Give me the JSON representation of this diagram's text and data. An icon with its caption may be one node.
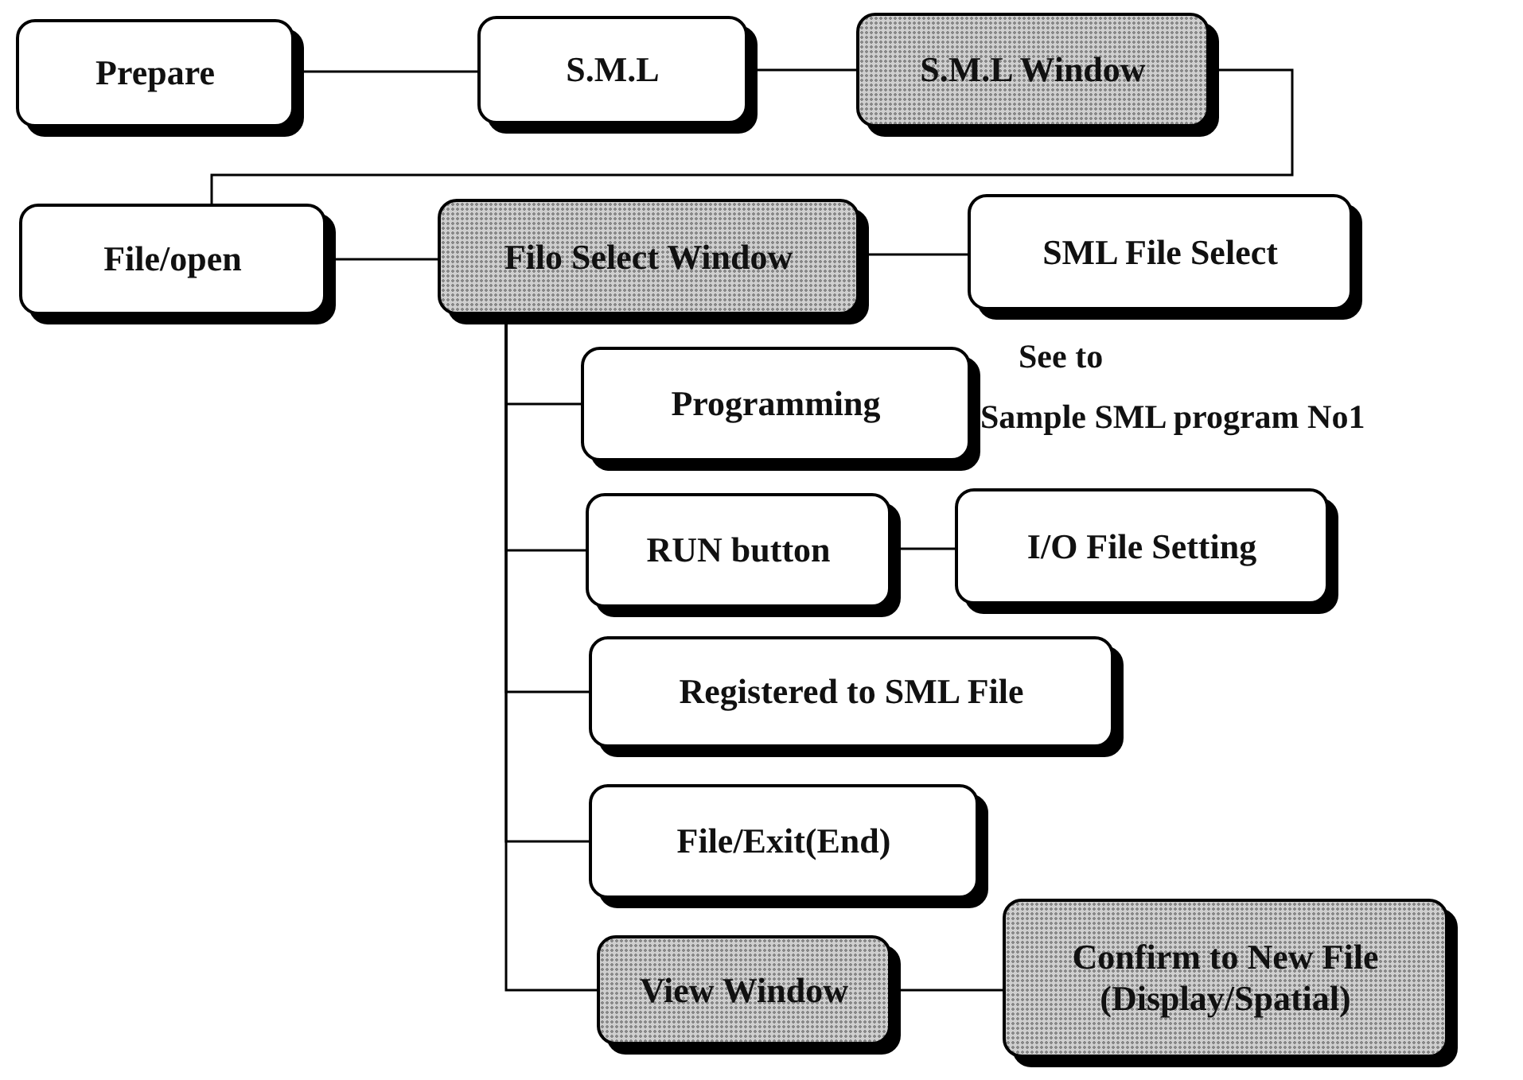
{
  "diagram": {
    "nodes": [
      {
        "text": [
          "Prepare"
        ]
      },
      {
        "text": [
          "S.M.L"
        ]
      },
      {
        "text": [
          "S.M.L Window"
        ]
      },
      {
        "text": [
          "File/open"
        ]
      },
      {
        "text": [
          "Filo Select Window"
        ]
      },
      {
        "text": [
          "SML File Select"
        ]
      },
      {
        "text": [
          "Programming"
        ],
        "beside": [
          "See to",
          "Sample SML program No1"
        ]
      },
      {
        "text": [
          "RUN button"
        ]
      },
      {
        "text": [
          "I/O File Setting"
        ]
      },
      {
        "text": [
          "Registered to SML File"
        ]
      },
      {
        "text": [
          "File/Exit(End)"
        ]
      },
      {
        "text": [
          "View Window"
        ]
      },
      {
        "text": [
          "Confirm to New File (Display/Spatial)"
        ]
      }
    ],
    "edges": [
      {
        "from": 0,
        "to": 1,
        "arrow": "none"
      },
      {
        "from": 1,
        "to": 2,
        "arrow": "none"
      },
      {
        "from": 2,
        "to": 3,
        "arrow": "none"
      },
      {
        "from": 3,
        "to": 4,
        "arrow": "none"
      },
      {
        "from": 4,
        "to": 5,
        "arrow": "none"
      },
      {
        "from": 4,
        "to": 6,
        "arrow": "none"
      },
      {
        "from": 4,
        "to": 7,
        "arrow": "none"
      },
      {
        "from": 4,
        "to": 9,
        "arrow": "none"
      },
      {
        "from": 4,
        "to": 10,
        "arrow": "none"
      },
      {
        "from": 4,
        "to": 11,
        "arrow": "none"
      },
      {
        "from": 7,
        "to": 8,
        "arrow": "none"
      },
      {
        "from": 11,
        "to": 12,
        "arrow": "none"
      }
    ]
  }
}
